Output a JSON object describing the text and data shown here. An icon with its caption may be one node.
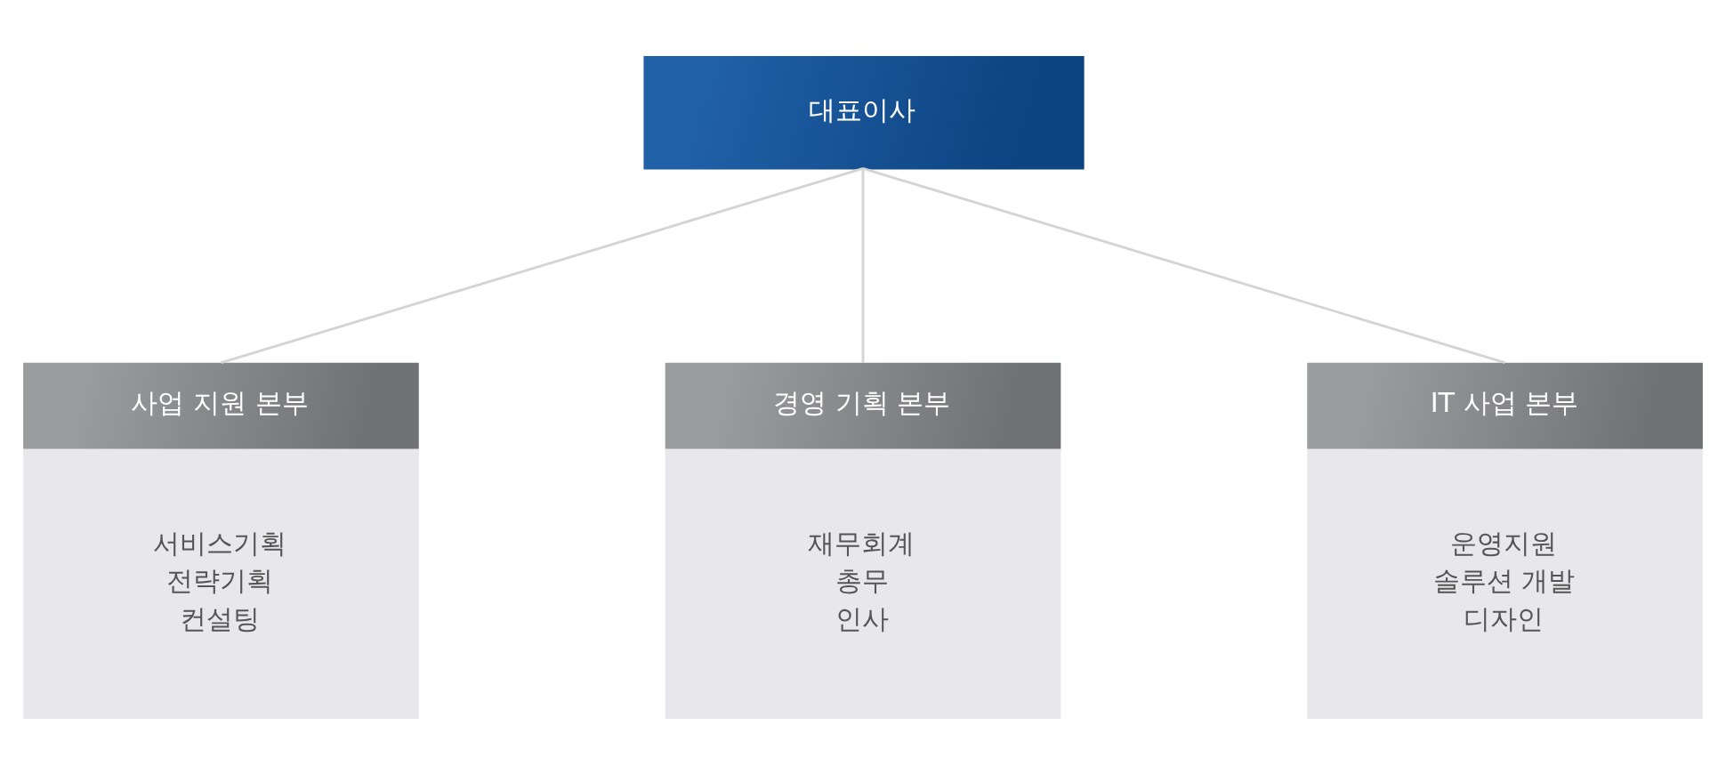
{
  "diagram": {
    "nodes": [
      {
        "text": [
          "대표이사"
        ]
      },
      {
        "text": [
          "사업 지원 본부",
          "서비스기획",
          "전략기획",
          "컨설팅"
        ]
      },
      {
        "text": [
          "경영 기획 본부",
          "재무회계",
          "총무",
          "인사"
        ]
      },
      {
        "text": [
          "IT 사업 본부",
          "운영지원",
          "솔루션 개발",
          "디자인"
        ]
      }
    ],
    "edges": [
      {
        "from": 0,
        "to": 1,
        "arrow": "none"
      },
      {
        "from": 0,
        "to": 2,
        "arrow": "none"
      },
      {
        "from": 0,
        "to": 3,
        "arrow": "none"
      }
    ]
  }
}
